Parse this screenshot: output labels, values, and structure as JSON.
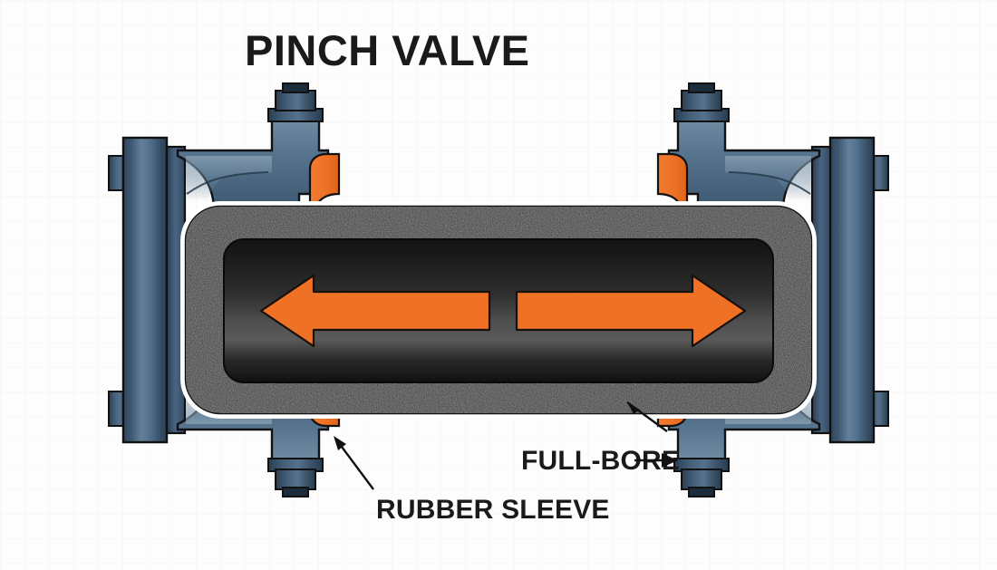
{
  "figure": {
    "title": "PINCH VALVE",
    "subject": "pinch-valve-cutaway",
    "background_color": "#fdfdfd",
    "grid_color": "#f4f4f4"
  },
  "labels": {
    "full_bore": "FULL-BORE",
    "rubber_sleeve": "RUBBER SLEEVE"
  },
  "colors": {
    "body_blue_dark": "#35506a",
    "body_blue_mid": "#4a6885",
    "body_blue_light": "#7d95ab",
    "flange_dark": "#2d4257",
    "sleeve_orange": "#ee7126",
    "sleeve_orange_dark": "#d65f18",
    "rubber_gray": "#333333",
    "bore_dark": "#0d0d0d",
    "bore_light": "#545454",
    "outline": "#111111",
    "white_gap": "#ffffff",
    "text": "#1a1a1a"
  },
  "flow": {
    "left_arrow_direction": "left",
    "right_arrow_direction": "right",
    "arrow_color": "#ee7126",
    "meaning": "bidirectional full-bore flow"
  },
  "parts": [
    {
      "name": "left-flange-plate",
      "label": ""
    },
    {
      "name": "right-flange-plate",
      "label": ""
    },
    {
      "name": "valve-body-upper",
      "label": ""
    },
    {
      "name": "valve-body-lower",
      "label": ""
    },
    {
      "name": "rubber-sleeve",
      "label": "RUBBER SLEEVE"
    },
    {
      "name": "full-bore-passage",
      "label": "FULL-BORE"
    },
    {
      "name": "hex-nut",
      "label": ""
    }
  ]
}
